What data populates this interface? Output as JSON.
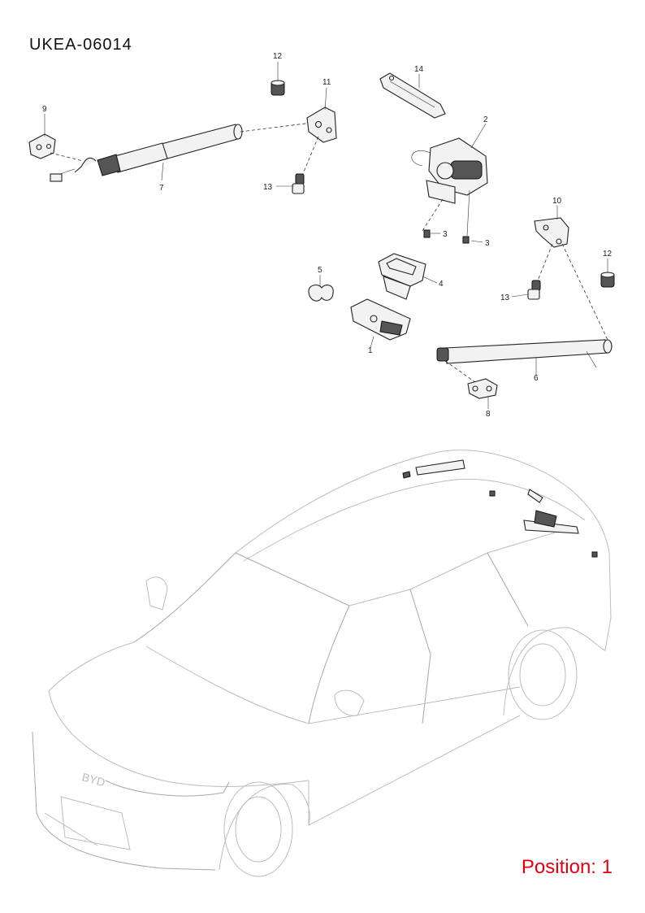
{
  "header": {
    "code": "UKEA-06014"
  },
  "footer": {
    "position": "Position: 1"
  },
  "callouts": [
    "12",
    "11",
    "9",
    "7",
    "13",
    "14",
    "2",
    "3",
    "3",
    "10",
    "12",
    "5",
    "4",
    "13",
    "1",
    "6",
    "8"
  ],
  "car_badge": "BYD",
  "colors": {
    "position_text": "#e3000f",
    "line": "#222222",
    "car_outline": "#bdbdbd"
  }
}
